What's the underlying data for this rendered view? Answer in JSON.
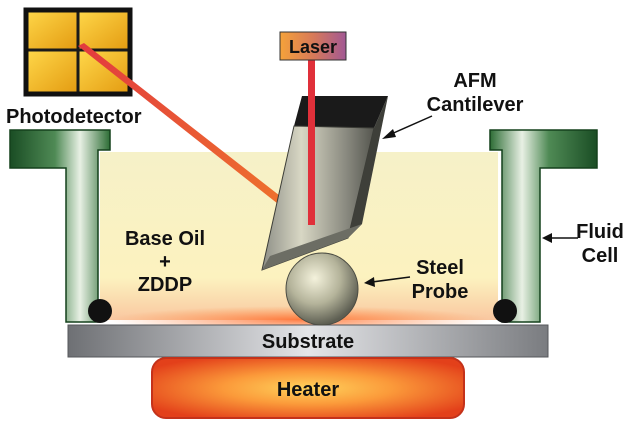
{
  "labels": {
    "photodetector": "Photodetector",
    "laser": "Laser",
    "afm_line1": "AFM",
    "afm_line2": "Cantilever",
    "oil_line1": "Base Oil",
    "oil_line2": "+",
    "oil_line3": "ZDDP",
    "steel_line1": "Steel",
    "steel_line2": "Probe",
    "fluid_line1": "Fluid",
    "fluid_line2": "Cell",
    "substrate": "Substrate",
    "heater": "Heater"
  },
  "colors": {
    "fluid_cell": "#1f5a2c",
    "oil": "#fbf5c4",
    "laser_beam": "#e0303a",
    "heater": "#ee5a20",
    "substrate": "#9a9ca0",
    "photodetector": "#f2c01a"
  }
}
